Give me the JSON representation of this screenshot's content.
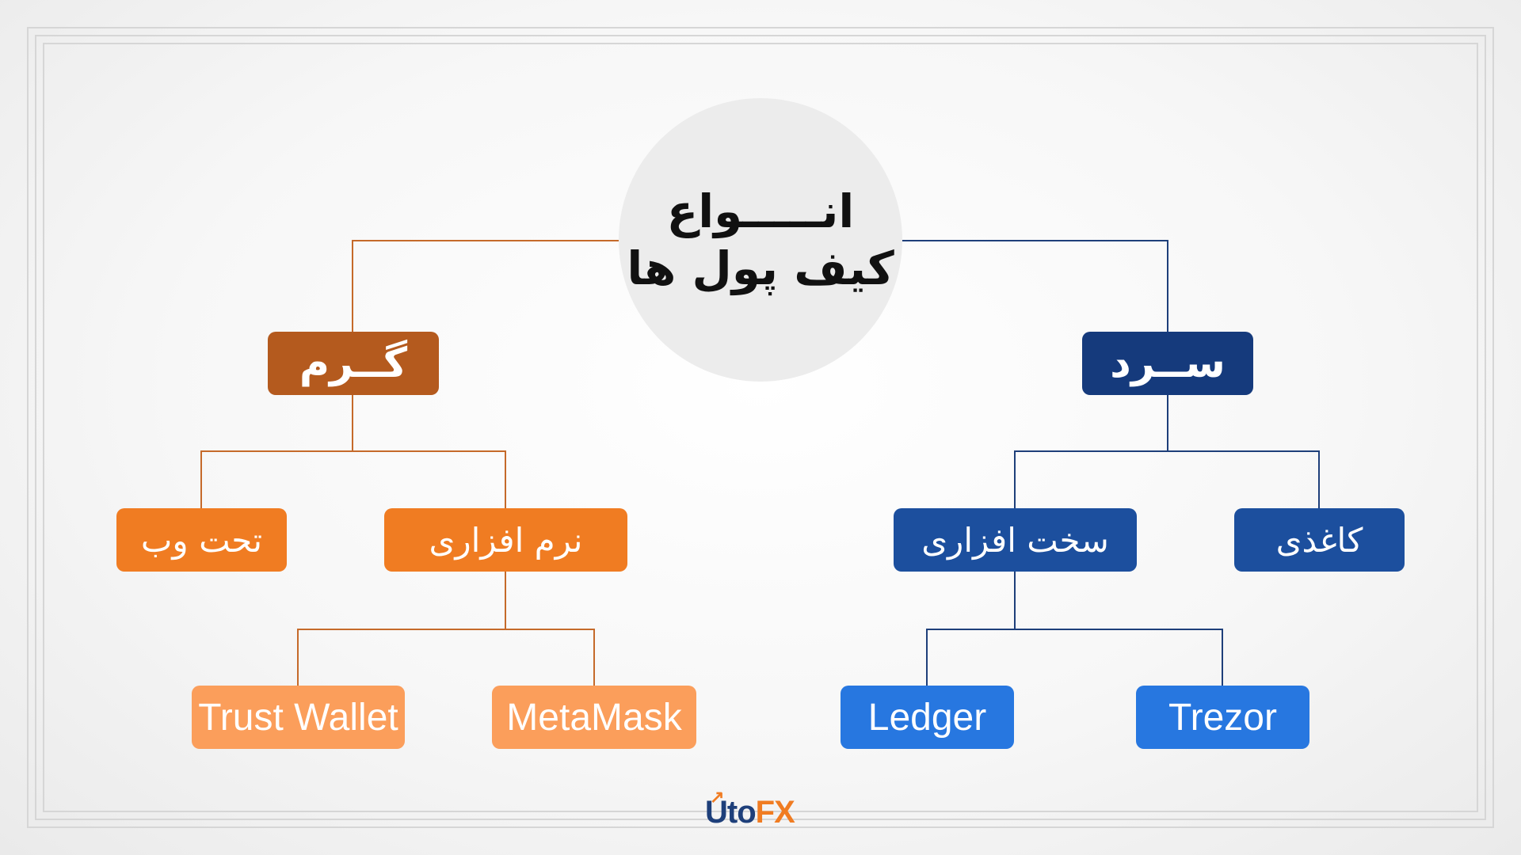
{
  "title": {
    "line1": "انـــــواع",
    "line2": "کیف پول ها"
  },
  "branches": {
    "warm": {
      "label": "گــرم",
      "color": "#b45a1e",
      "children": {
        "web": "تحت وب",
        "software": "نرم افزاری"
      },
      "software_children": {
        "trust": "Trust Wallet",
        "metamask": "MetaMask"
      },
      "line_color": "#c56a2a"
    },
    "cold": {
      "label": "ســرد",
      "color": "#153a7c",
      "children": {
        "hardware": "سخت افزاری",
        "paper": "کاغذی"
      },
      "hardware_children": {
        "ledger": "Ledger",
        "trezor": "Trezor"
      },
      "line_color": "#1e3f7a"
    }
  },
  "logo": {
    "part1": "Uto",
    "part2": "FX",
    "icon": "rising-arrow-icon"
  }
}
